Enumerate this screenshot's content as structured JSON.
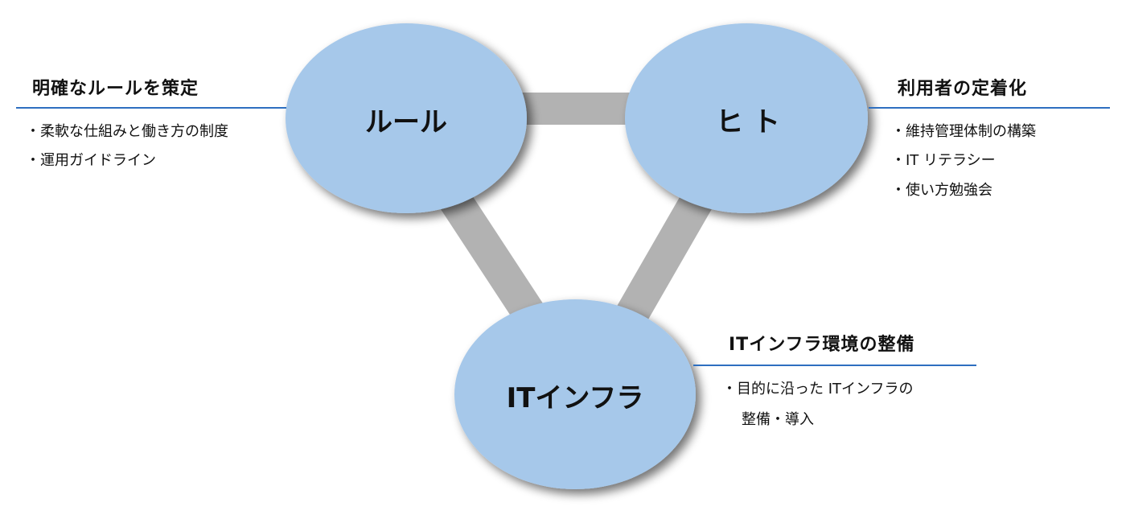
{
  "nodes": {
    "rule": "ルール",
    "people": "ヒ ト",
    "it": "ITインフラ"
  },
  "groups": {
    "rule": {
      "heading": "明確なルールを策定",
      "items": [
        "・柔軟な仕組みと働き方の制度",
        "・運用ガイドライン"
      ]
    },
    "people": {
      "heading": "利用者の定着化",
      "items": [
        "・維持管理体制の構築",
        "・IT リテラシー",
        "・使い方勉強会"
      ]
    },
    "it": {
      "heading": "ITインフラ環境の整備",
      "items": [
        "・目的に沿った ITインフラの",
        "整備・導入"
      ]
    }
  },
  "colors": {
    "node": "#a6c8ea",
    "connector": "#b2b2b2",
    "rule_line": "#2e6fc0"
  }
}
